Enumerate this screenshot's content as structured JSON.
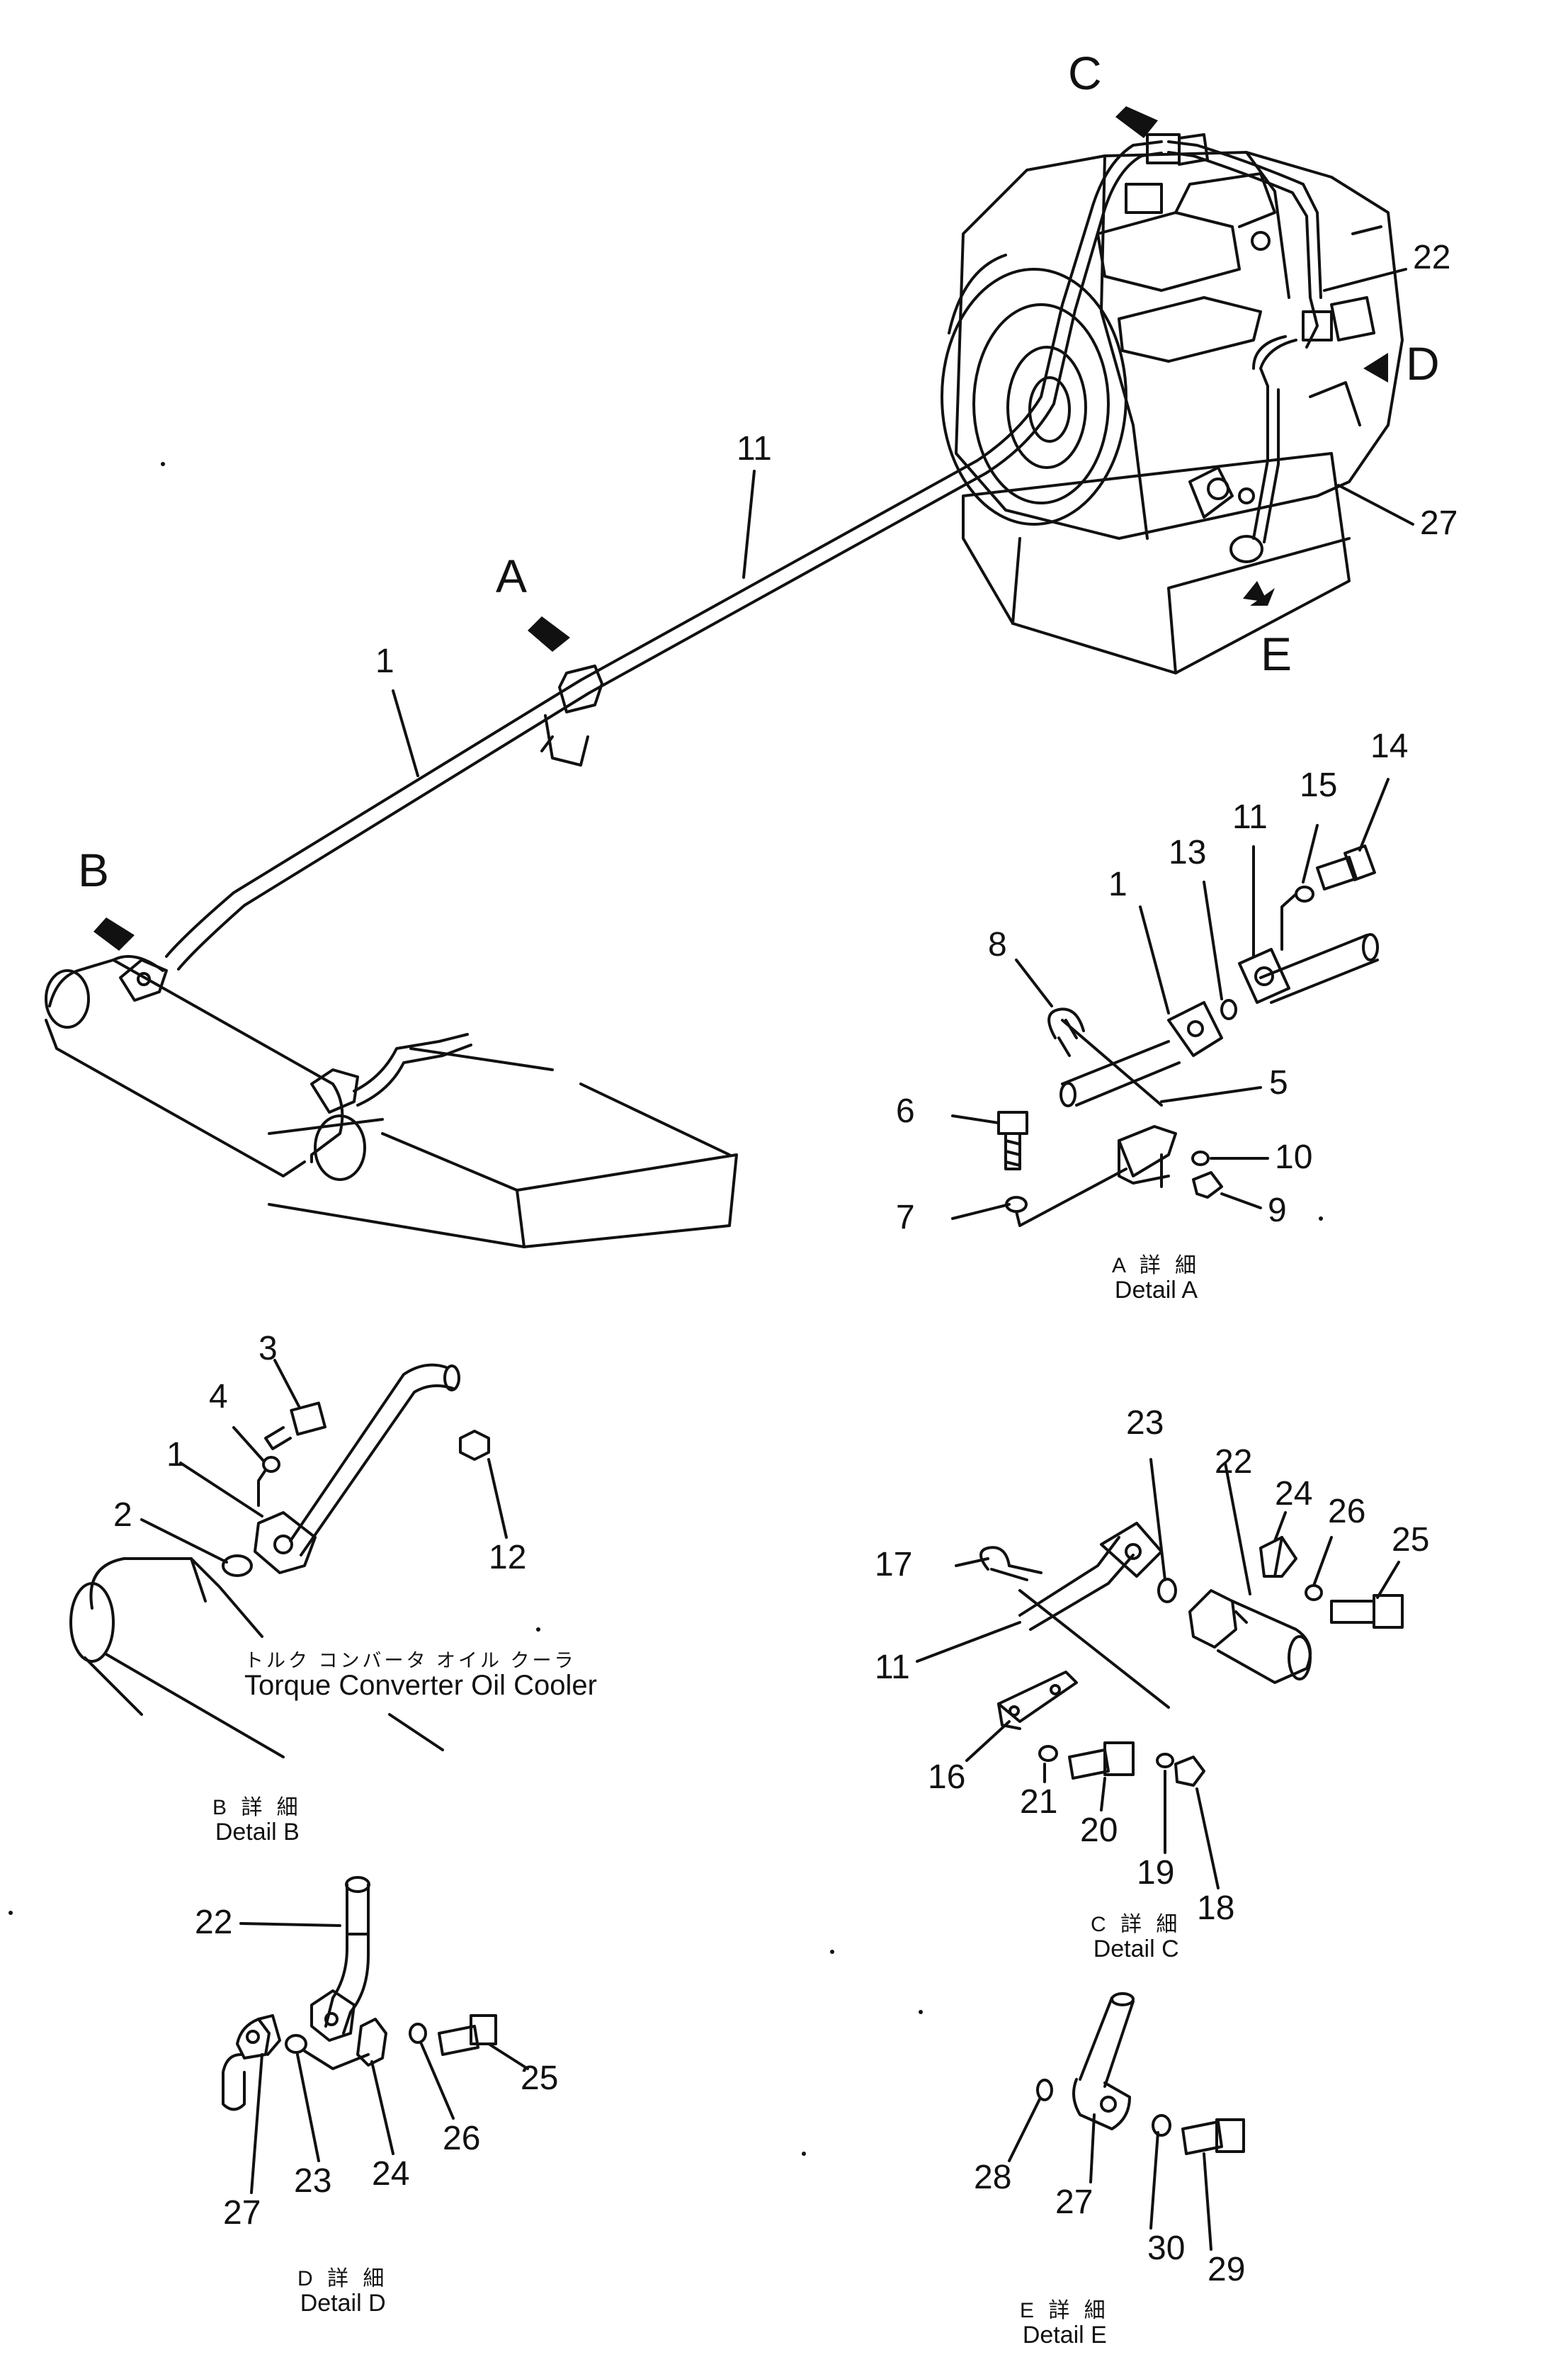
{
  "callouts": {
    "A": "A",
    "B": "B",
    "C": "C",
    "D": "D",
    "E": "E"
  },
  "main_view": {
    "p1": "1",
    "p11": "11",
    "p22": "22",
    "p27": "27"
  },
  "detail_a": {
    "p1": "1",
    "p5": "5",
    "p6": "6",
    "p7": "7",
    "p8": "8",
    "p9": "9",
    "p10": "10",
    "p11": "11",
    "p13": "13",
    "p14": "14",
    "p15": "15",
    "caption_jp": "A 詳 細",
    "caption_en": "Detail A"
  },
  "detail_b": {
    "p1": "1",
    "p2": "2",
    "p3": "3",
    "p4": "4",
    "p12": "12",
    "cooler_jp": "トルク コンバータ オイル クーラ",
    "cooler_en": "Torque Converter Oil Cooler",
    "caption_jp": "B 詳 細",
    "caption_en": "Detail B"
  },
  "detail_c": {
    "p11": "11",
    "p16": "16",
    "p17": "17",
    "p18": "18",
    "p19": "19",
    "p20": "20",
    "p21": "21",
    "p22": "22",
    "p23": "23",
    "p24": "24",
    "p25": "25",
    "p26": "26",
    "caption_jp": "C 詳 細",
    "caption_en": "Detail C"
  },
  "detail_d": {
    "p22": "22",
    "p23": "23",
    "p24": "24",
    "p25": "25",
    "p26": "26",
    "p27": "27",
    "caption_jp": "D 詳 細",
    "caption_en": "Detail D"
  },
  "detail_e": {
    "p27": "27",
    "p28": "28",
    "p29": "29",
    "p30": "30",
    "caption_jp": "E 詳 細",
    "caption_en": "Detail E"
  }
}
